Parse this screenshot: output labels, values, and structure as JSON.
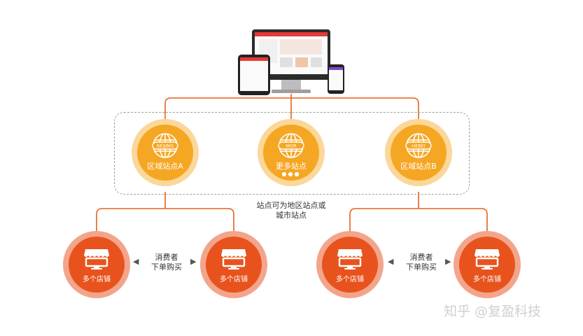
{
  "sites": [
    {
      "badge": "BEIJING",
      "label": "区域站点A"
    },
    {
      "badge": "MOR",
      "label": "更多站点",
      "dots": "●●●"
    },
    {
      "badge": "HEBEI",
      "label": "区域站点B"
    }
  ],
  "region_note": {
    "line1": "站点可为地区站点或",
    "line2": "城市站点"
  },
  "stores": [
    {
      "label": "多个店铺"
    },
    {
      "label": "多个店铺"
    },
    {
      "label": "多个店铺"
    },
    {
      "label": "多个店铺"
    }
  ],
  "consumer_note": {
    "line1": "消费者",
    "line2": "下单购买"
  },
  "watermark": "知乎 @复盈科技",
  "colors": {
    "line": "#e8601c",
    "site_fill": "#f5a623",
    "site_ring": "#fbd79a",
    "store_fill": "#e8531d",
    "store_ring": "#f3a58c"
  },
  "icons": [
    "monitor-icon",
    "tablet-icon",
    "phone-icon",
    "globe-icon",
    "storefront-icon"
  ]
}
